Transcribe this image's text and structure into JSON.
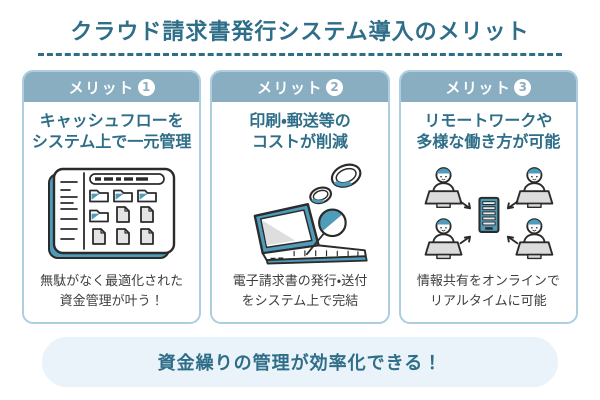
{
  "title": "クラウド請求書発行システム導入のメリット",
  "colors": {
    "accent_dark_teal": "#2F6E88",
    "card_header_bg": "#8AAEC1",
    "card_border": "#ACCEDF",
    "banner_bg": "#E9F3F9",
    "illustration_teal": "#4F9BBA",
    "outline_ink": "#2B2B2B"
  },
  "cards": [
    {
      "label": "メリット",
      "number": "1",
      "heading_line1": "キャッシュフローを",
      "heading_line2": "システム上で一元管理",
      "illustration": "file-manager-screen",
      "caption_line1": "無駄がなく最適化された",
      "caption_line2": "資金管理が叶う！"
    },
    {
      "label": "メリット",
      "number": "2",
      "heading_line1": "印刷・郵送等の",
      "heading_line2": "コストが削減",
      "illustration": "laptop-with-coins",
      "caption_line1": "電子請求書の発行・送付",
      "caption_line2": "をシステム上で完結"
    },
    {
      "label": "メリット",
      "number": "3",
      "heading_line1": "リモートワークや",
      "heading_line2": "多様な働き方が可能",
      "illustration": "remote-workers-sharing-server",
      "caption_line1": "情報共有をオンラインで",
      "caption_line2": "リアルタイムに可能"
    }
  ],
  "banner": {
    "text": "資金繰りの管理が効率化できる！"
  }
}
